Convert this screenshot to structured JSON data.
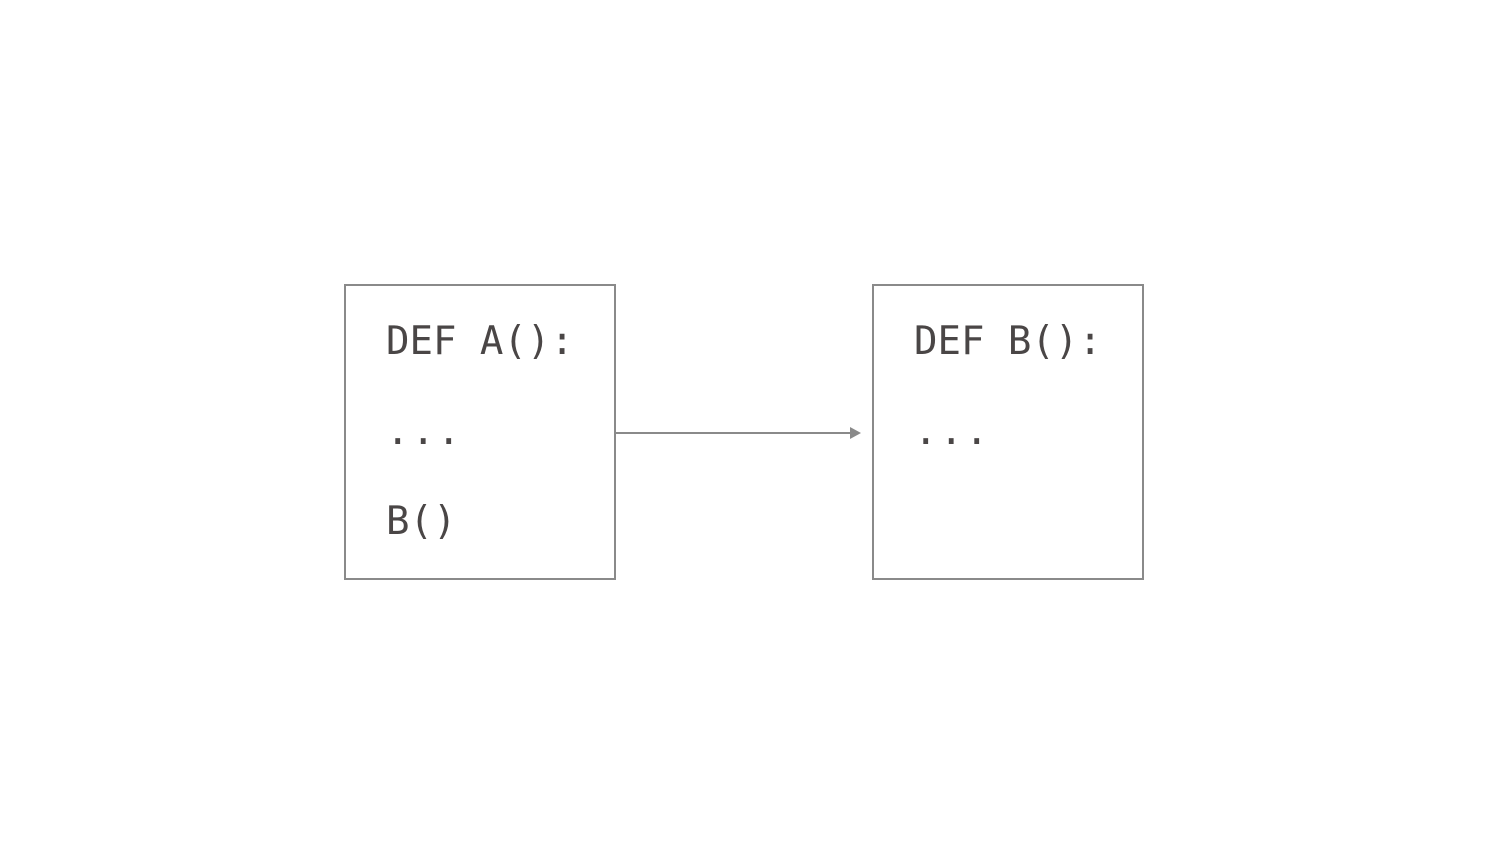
{
  "diagram": {
    "box_a": {
      "lines": [
        "DEF A():",
        "...",
        "B()"
      ]
    },
    "box_b": {
      "lines": [
        "DEF B():",
        "..."
      ]
    },
    "arrow": {
      "from": "box_a",
      "to": "box_b",
      "color": "#8a8a8a"
    },
    "colors": {
      "text": "#4a4646",
      "border": "#8a8a8a",
      "background": "#ffffff"
    }
  }
}
